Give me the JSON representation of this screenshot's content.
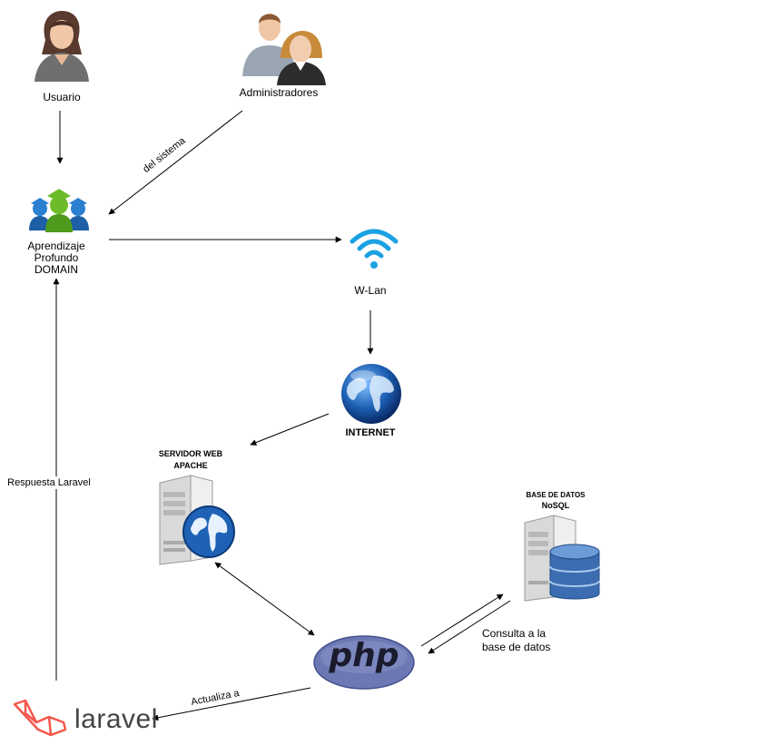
{
  "nodes": {
    "usuario": {
      "label": "Usuario",
      "icon": "female-user-icon"
    },
    "administradores": {
      "label": "Administradores",
      "icon": "user-group-icon"
    },
    "aprendizaje": {
      "line1": "Aprendizaje",
      "line2": "Profundo",
      "line3": "DOMAIN",
      "icon": "learning-group-icon"
    },
    "wlan": {
      "label": "W-Lan",
      "icon": "wifi-icon"
    },
    "internet": {
      "label": "INTERNET",
      "icon": "globe-icon"
    },
    "servidor": {
      "line1": "SERVIDOR WEB",
      "line2": "APACHE",
      "icon": "web-server-icon"
    },
    "base_datos": {
      "line1": "BASE DE DATOS",
      "line2": "NoSQL",
      "icon": "database-server-icon"
    },
    "php": {
      "label": "php",
      "icon": "php-logo"
    },
    "laravel": {
      "label": "laravel",
      "icon": "laravel-logo"
    }
  },
  "edges": {
    "admin_to_app": "del sistema",
    "laravel_to_app": "Respuesta Laravel",
    "php_to_laravel": "Actualiza a",
    "php_db_line1": "Consulta a la",
    "php_db_line2": "base de datos"
  },
  "colors": {
    "arrow": "#000000",
    "wifi": "#1ba1e2",
    "globe": "#1d5fb3",
    "php_ellipse": "#6c78b4",
    "laravel": "#f4574b",
    "db": "#3b6db0",
    "green": "#6dbb28"
  }
}
